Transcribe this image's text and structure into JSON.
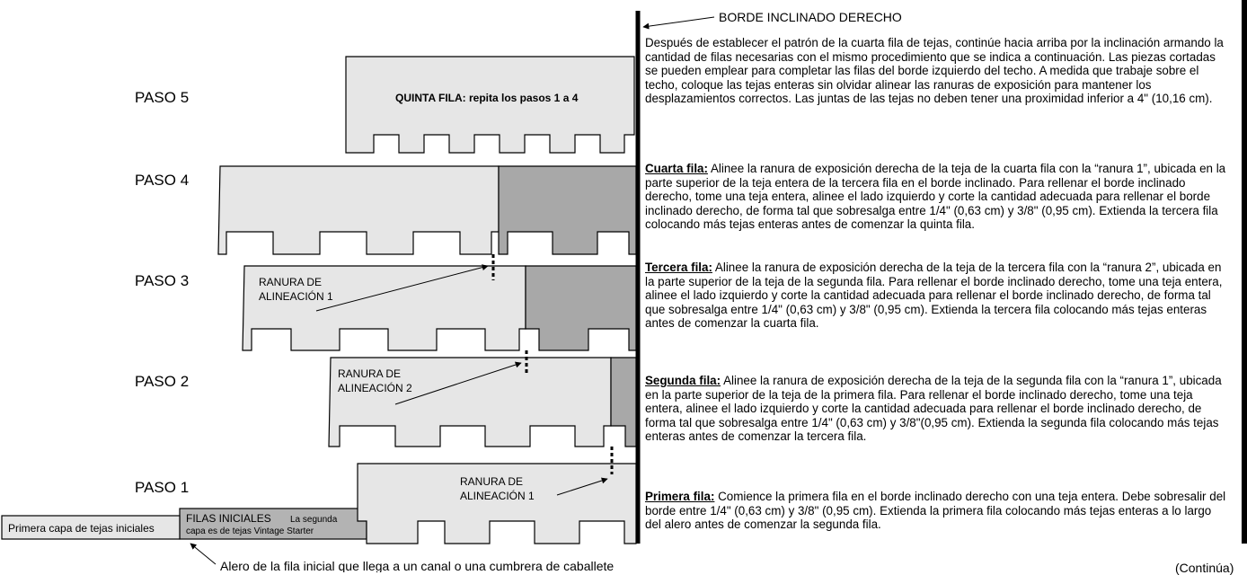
{
  "diagram": {
    "edge_title": "BORDE INCLINADO DERECHO",
    "steps": [
      "PASO 5",
      "PASO 4",
      "PASO 3",
      "PASO 2",
      "PASO 1"
    ],
    "fifth_row_label": "QUINTA FILA: repita los pasos 1 a 4",
    "slot_labels": {
      "paso3": [
        "RANURA DE",
        "ALINEACIÓN 1"
      ],
      "paso2": [
        "RANURA DE",
        "ALINEACIÓN 2"
      ],
      "paso1": [
        "RANURA DE",
        "ALINEACIÓN 1"
      ]
    },
    "first_starter_layer": "Primera capa de tejas iniciales",
    "starter_rows_title": "FILAS INICIALES",
    "starter_rows_note": [
      "La segunda",
      "capa es de tejas Vintage Starter"
    ],
    "eave_note": "Alero de la fila inicial que llega a un canal o una cumbrera de caballete"
  },
  "instructions": {
    "intro": "Después de establecer el patrón de la cuarta fila de tejas, continúe hacia arriba por la inclinación armando la cantidad de filas necesarias con el mismo procedimiento que se indica a continuación. Las piezas cortadas se pueden emplear para completar las filas del borde izquierdo del techo. A medida que trabaje sobre el techo, coloque las tejas enteras sin olvidar alinear las ranuras de exposición para mantener los desplazamientos correctos. Las juntas de las tejas no deben tener una proximidad inferior  a 4\" (10,16 cm).",
    "row4_heading": "Cuarta fila:",
    "row4_text": "Alinee la ranura de exposición derecha de la teja de la cuarta fila con la “ranura 1”, ubicada en la parte superior de la teja entera de la tercera fila en el borde inclinado. Para rellenar el borde inclinado derecho, tome una teja entera, alinee el lado izquierdo y corte la cantidad adecuada para rellenar el borde inclinado derecho, de forma tal que sobresalga entre 1/4\" (0,63 cm) y 3/8\" (0,95 cm). Extienda la tercera fila colocando más tejas enteras antes de comenzar la quinta fila.",
    "row3_heading": "Tercera fila:",
    "row3_text": "Alinee la ranura de exposición derecha de la teja de la tercera fila con la “ranura 2”, ubicada en la parte superior de la teja de la segunda fila. Para rellenar el borde inclinado derecho, tome una teja entera, alinee el lado izquierdo y corte la cantidad adecuada para rellenar el borde inclinado derecho, de forma tal que sobresalga entre 1/4\" (0,63 cm) y 3/8\" (0,95 cm). Extienda la tercera fila colocando más tejas enteras antes de comenzar la cuarta fila.",
    "row2_heading": "Segunda fila:",
    "row2_text": "Alinee la ranura de exposición derecha de la teja de la segunda fila con la “ranura 1”, ubicada en la parte superior de la teja de la primera fila. Para rellenar el borde inclinado derecho, tome una teja entera, alinee el lado izquierdo y corte la cantidad adecuada para rellenar el borde inclinado derecho, de forma tal que sobresalga entre 1/4\" (0,63 cm) y 3/8\"(0,95 cm). Extienda la segunda fila colocando más tejas enteras antes de comenzar la tercera fila.",
    "row1_heading": "Primera fila:",
    "row1_text": "Comience la primera fila en el borde inclinado derecho con una teja entera. Debe sobresalir del borde entre 1/4\" (0,63 cm) y 3/8\" (0,95 cm). Extienda la primera fila colocando más tejas enteras a lo largo del alero antes de comenzar la segunda fila."
  },
  "continued": "(Continúa)",
  "colors": {
    "shingle": "#e6e6e6",
    "cut_piece": "#a8a8a8",
    "starter": "#b3b3b3",
    "line": "#000000"
  }
}
